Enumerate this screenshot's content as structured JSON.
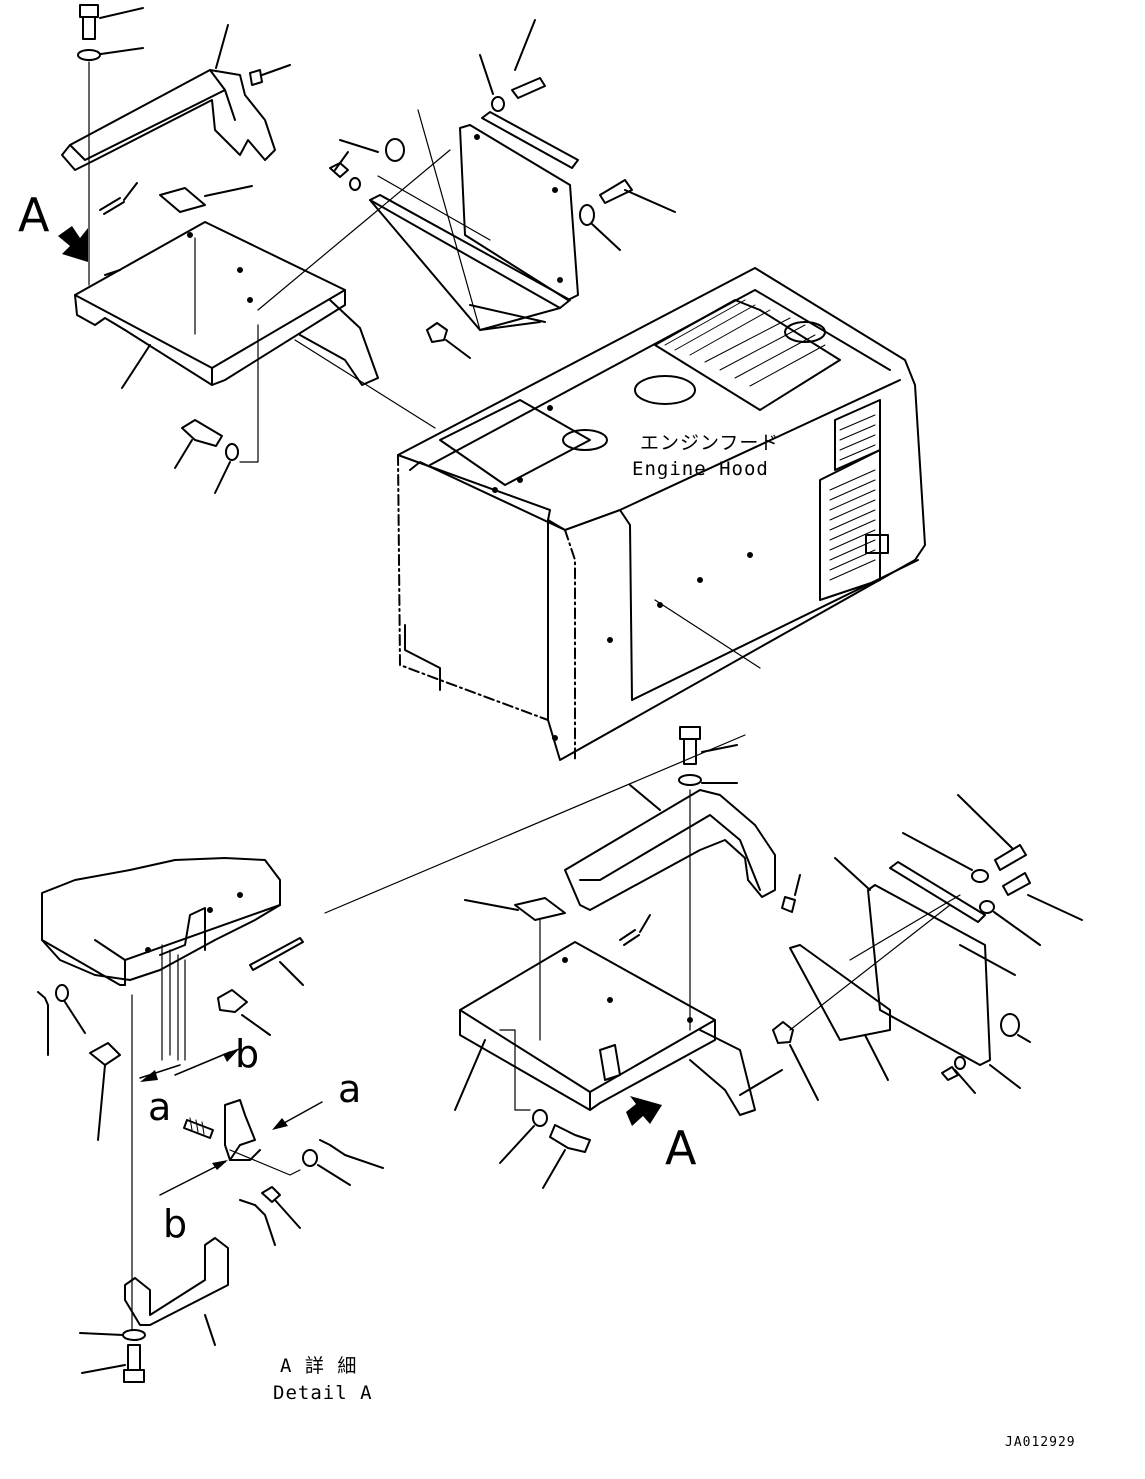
{
  "labels": {
    "view_a_top": "A",
    "view_a_bottom": "A",
    "engine_hood_jp": "エンジンフード",
    "engine_hood_en": "Engine Hood",
    "arrow_a_left": "a",
    "arrow_b_top": "b",
    "arrow_a_right": "a",
    "arrow_b_bottom": "b",
    "detail_jp": "A 詳 細",
    "detail_en": "Detail A",
    "drawing_code": "JA012929"
  }
}
